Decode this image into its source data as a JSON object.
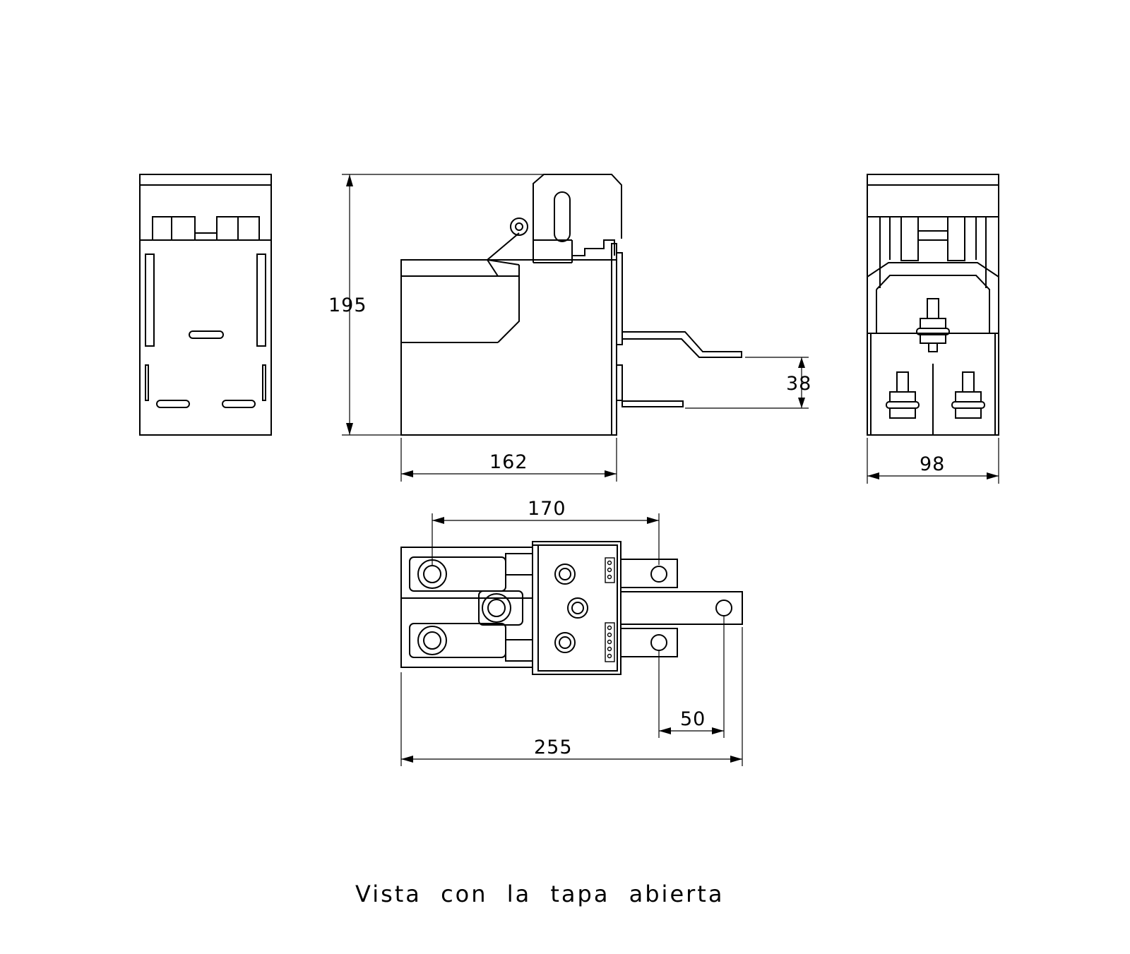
{
  "dimensions": {
    "height_total": "195",
    "terminal_offset": "38",
    "side_depth": "162",
    "front_width": "98",
    "top_hole_pitch": "170",
    "terminal_spacing": "50",
    "overall_length": "255"
  },
  "caption": "Vista con la tapa abierta"
}
